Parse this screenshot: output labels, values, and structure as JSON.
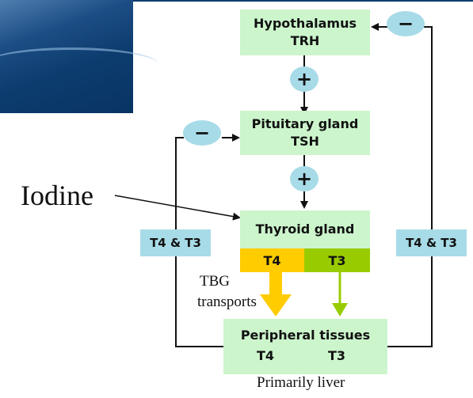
{
  "nodes": {
    "hypothalamus": {
      "line1": "Hypothalamus",
      "line2": "TRH"
    },
    "pituitary": {
      "line1": "Pituitary gland",
      "line2": "TSH"
    },
    "thyroid": {
      "line1": "Thyroid gland"
    },
    "peripheral": {
      "line1": "Peripheral tissues",
      "t4": "T4",
      "t3": "T3"
    }
  },
  "hormones": {
    "t4": "T4",
    "t3": "T3"
  },
  "feedback": {
    "left": "T4 & T3",
    "right": "T4 & T3"
  },
  "signs": {
    "stimulate": "+",
    "inhibit": "−"
  },
  "labels": {
    "iodine": "Iodine",
    "tbg_line1": "TBG",
    "tbg_line2": "transports",
    "liver": "Primarily liver"
  },
  "colors": {
    "box": "#ccf5cc",
    "side": "#a8dbe8",
    "t4": "#ffcc00",
    "t3": "#99cc00"
  }
}
